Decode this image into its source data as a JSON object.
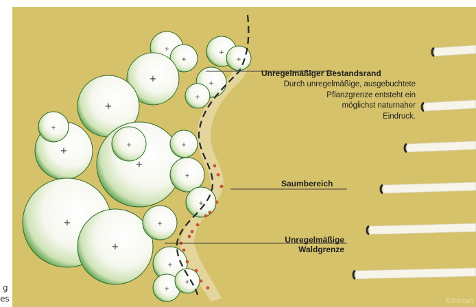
{
  "labels": {
    "bestandsrand_title": "Unregelmäßiger Bestandsrand",
    "bestandsrand_desc": [
      "Durch unregelmäßige, ausgebuchtete",
      "Pflanzgrenze entsteht ein",
      "möglichst naturnaher",
      "Eindruck."
    ],
    "saumbereich": "Saumbereich",
    "waldgrenze": [
      "Unregelmäßige",
      "Waldgrenze"
    ]
  },
  "copyright": "©freilan",
  "side_fragment": [
    "g",
    "es"
  ],
  "colors": {
    "background": "#d6c26b",
    "tree_green": "#4f9a3a",
    "fringe_red": "#c8552f",
    "boundary": "#2a2a2a"
  }
}
